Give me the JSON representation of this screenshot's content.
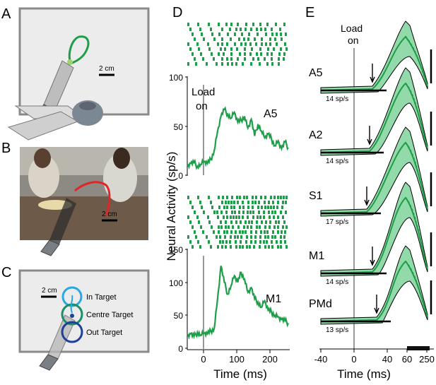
{
  "panels": {
    "A": {
      "letter": "A",
      "scale": "2 cm"
    },
    "B": {
      "letter": "B",
      "scale": "2 cm"
    },
    "C": {
      "letter": "C",
      "scale": "2 cm",
      "targets": [
        "In Target",
        "Centre Target",
        "Out Target"
      ]
    },
    "D": {
      "letter": "D",
      "ylabel": "Neural Activity (sp/s)",
      "xlabel": "Time (ms)",
      "load_label": [
        "Load",
        "on"
      ],
      "top": {
        "name": "A5",
        "yticks": [
          "0",
          "50",
          "100"
        ]
      },
      "bottom": {
        "name": "M1",
        "yticks": [
          "0",
          "50",
          "100",
          "150"
        ]
      },
      "xticks": [
        "0",
        "100",
        "200"
      ]
    },
    "E": {
      "letter": "E",
      "load_label": [
        "Load",
        "on"
      ],
      "xlabel": "Time (ms)",
      "xticks": [
        "-40",
        "0",
        "40",
        "60",
        "250"
      ],
      "rows": [
        {
          "name": "A5",
          "rate": "14 sp/s"
        },
        {
          "name": "A2",
          "rate": "14 sp/s"
        },
        {
          "name": "S1",
          "rate": "17 sp/s"
        },
        {
          "name": "M1",
          "rate": "14 sp/s"
        },
        {
          "name": "PMd",
          "rate": "13 sp/s"
        }
      ]
    }
  },
  "colors": {
    "green": "#1e9e48",
    "light_green": "#7fd39a",
    "red": "#e0242a",
    "blue1": "#2aa7df",
    "blue2": "#1f5aa6"
  },
  "chart_data": [
    {
      "type": "line",
      "panel": "D-top",
      "series": [
        {
          "name": "A5",
          "x": [
            -50,
            -40,
            -30,
            -20,
            -10,
            0,
            10,
            20,
            30,
            40,
            50,
            60,
            70,
            80,
            90,
            100,
            110,
            120,
            130,
            140,
            150,
            160,
            170,
            180,
            190,
            200,
            210,
            220,
            230,
            240,
            250
          ],
          "y": [
            10,
            12,
            13,
            9,
            11,
            14,
            12,
            16,
            25,
            45,
            60,
            67,
            62,
            58,
            64,
            54,
            56,
            60,
            48,
            57,
            40,
            52,
            45,
            38,
            42,
            37,
            30,
            35,
            27,
            34,
            28
          ]
        }
      ],
      "ylim": [
        0,
        100
      ],
      "xlim": [
        -50,
        250
      ]
    },
    {
      "type": "line",
      "panel": "D-bottom",
      "series": [
        {
          "name": "M1",
          "x": [
            -50,
            -40,
            -30,
            -20,
            -10,
            0,
            10,
            20,
            30,
            40,
            50,
            60,
            70,
            80,
            90,
            100,
            110,
            120,
            130,
            140,
            150,
            160,
            170,
            180,
            190,
            200,
            210,
            220,
            230,
            240,
            250
          ],
          "y": [
            20,
            22,
            18,
            24,
            20,
            23,
            22,
            26,
            30,
            75,
            125,
            100,
            82,
            95,
            110,
            100,
            115,
            105,
            85,
            92,
            75,
            70,
            62,
            72,
            58,
            55,
            50,
            48,
            44,
            42,
            38
          ]
        }
      ],
      "ylim": [
        0,
        150
      ],
      "xlim": [
        -50,
        250
      ]
    }
  ]
}
